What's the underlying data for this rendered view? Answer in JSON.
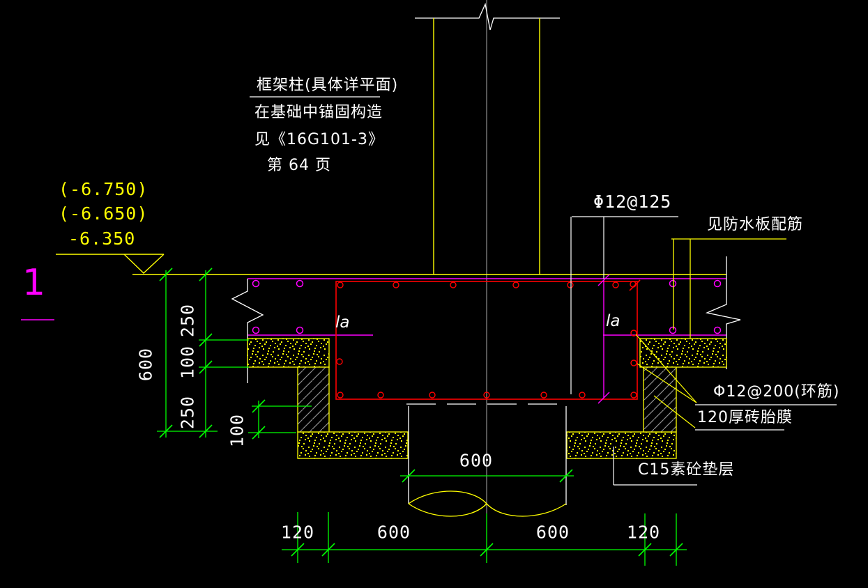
{
  "drawing": {
    "type": "foundation-section-detail",
    "background": "#000000"
  },
  "colors": {
    "outline_white": "#ffffff",
    "concrete_yellow": "#ffff00",
    "dimension_green": "#00ff00",
    "waterproof_magenta": "#ff00ff",
    "rebar_red": "#ff0000",
    "centerline_gray": "#909090"
  },
  "title_note": {
    "line1": "框架柱(具体详平面)",
    "line2": "在基础中锚固构造",
    "line3": "见《16G101-3》",
    "line4": "第 64 页"
  },
  "elevation_marks": {
    "values": [
      "(-6.750)",
      "(-6.650)",
      "-6.350"
    ]
  },
  "section_marker": {
    "number": "1"
  },
  "rebar_labels": {
    "slab_top_bars": "Φ12@125",
    "waterproof_slab": "见防水板配筋",
    "ring_bars": "Φ12@200(环筋)",
    "brick_mould": "120厚砖胎膜",
    "bedding_layer": "C15素砼垫层",
    "anchorage_left": "la",
    "anchorage_right": "la"
  },
  "dimensions": {
    "left_total": "600",
    "left_segments": [
      "250",
      "100",
      "250"
    ],
    "bedding_thickness": "100",
    "pit_inner_width": "600",
    "bottom_chain": [
      "120",
      "600",
      "600",
      "120"
    ]
  }
}
